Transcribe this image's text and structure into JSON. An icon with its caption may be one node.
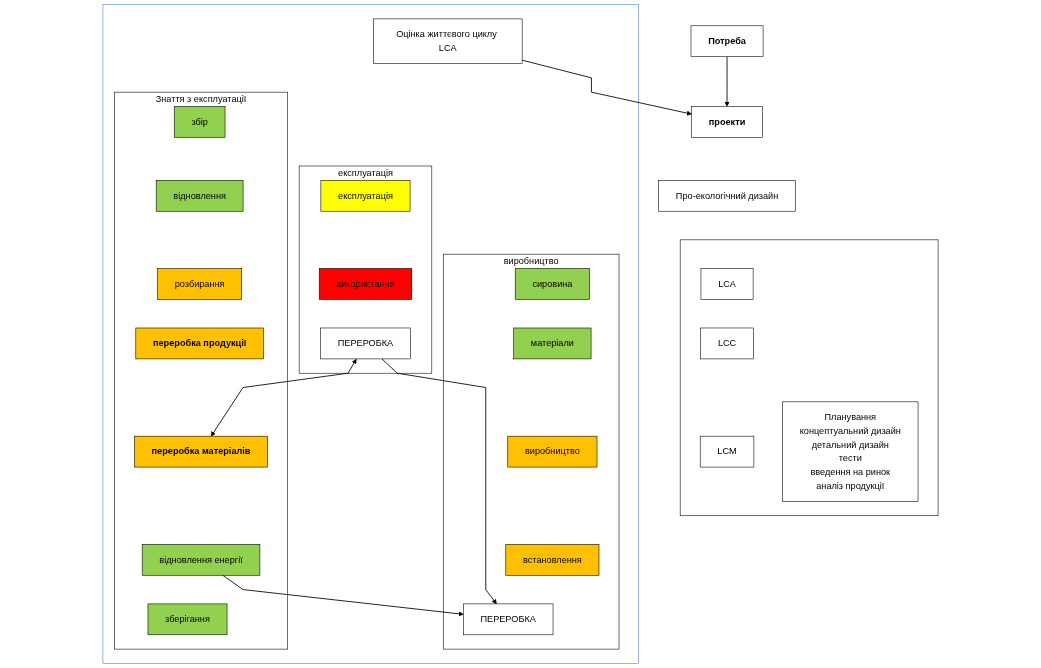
{
  "diagram": {
    "nodes": [
      {
        "text": [
          "Потреба"
        ]
      },
      {
        "text": [
          "проекти"
        ]
      },
      {
        "text": [
          "Про-екологічний дизайн"
        ]
      },
      {
        "text": [],
        "shape": "box"
      },
      {
        "text": [
          "LCA"
        ],
        "in": 3
      },
      {
        "text": [
          "LCC"
        ],
        "in": 3
      },
      {
        "text": [
          "LCM"
        ],
        "in": 3
      },
      {
        "text": [
          "Планування",
          "концептуальний дизайн",
          "детальний дизайн",
          "тести",
          "введення на ринок",
          "аналіз продукції"
        ],
        "in": 3
      },
      {
        "text": [],
        "shape": "box"
      },
      {
        "text": [
          "Оцінка життєвого циклу LCA"
        ],
        "in": 8
      },
      {
        "text": [
          "виробництво"
        ],
        "in": 8
      },
      {
        "text": [
          "сировина"
        ],
        "in": 10
      },
      {
        "text": [
          "матеріали"
        ],
        "in": 10
      },
      {
        "text": [
          "виробництво"
        ],
        "in": 10
      },
      {
        "text": [
          "встановлення"
        ],
        "in": 10
      },
      {
        "text": [
          "ПЕРЕРОБКА"
        ],
        "in": 10
      },
      {
        "text": [
          "експлуатація"
        ],
        "in": 8
      },
      {
        "text": [
          "експлуатація"
        ],
        "in": 16
      },
      {
        "text": [
          "використання"
        ],
        "in": 16
      },
      {
        "text": [
          "ПЕРЕРОБКА"
        ],
        "in": 16
      },
      {
        "text": [
          "Знаття з експлуатації"
        ],
        "in": 8
      },
      {
        "text": [
          "збір"
        ],
        "in": 20
      },
      {
        "text": [
          "відновлення"
        ],
        "in": 20
      },
      {
        "text": [
          "розбирання"
        ],
        "in": 20
      },
      {
        "text": [
          "переробка продукції"
        ],
        "in": 20
      },
      {
        "text": [
          "переробка матеріалів"
        ],
        "in": 20
      },
      {
        "text": [
          "відновлення енергії"
        ],
        "in": 20
      },
      {
        "text": [
          "зберігання"
        ],
        "in": 20
      }
    ],
    "edges": [
      {
        "from": 0,
        "to": 1,
        "arrow": "to"
      },
      {
        "from": 9,
        "to": 1,
        "arrow": "to"
      },
      {
        "from": 19,
        "to": 15,
        "arrow": "to"
      },
      {
        "from": 19,
        "to": 25,
        "arrow": "both"
      },
      {
        "from": 26,
        "to": 15,
        "arrow": "to"
      }
    ]
  }
}
